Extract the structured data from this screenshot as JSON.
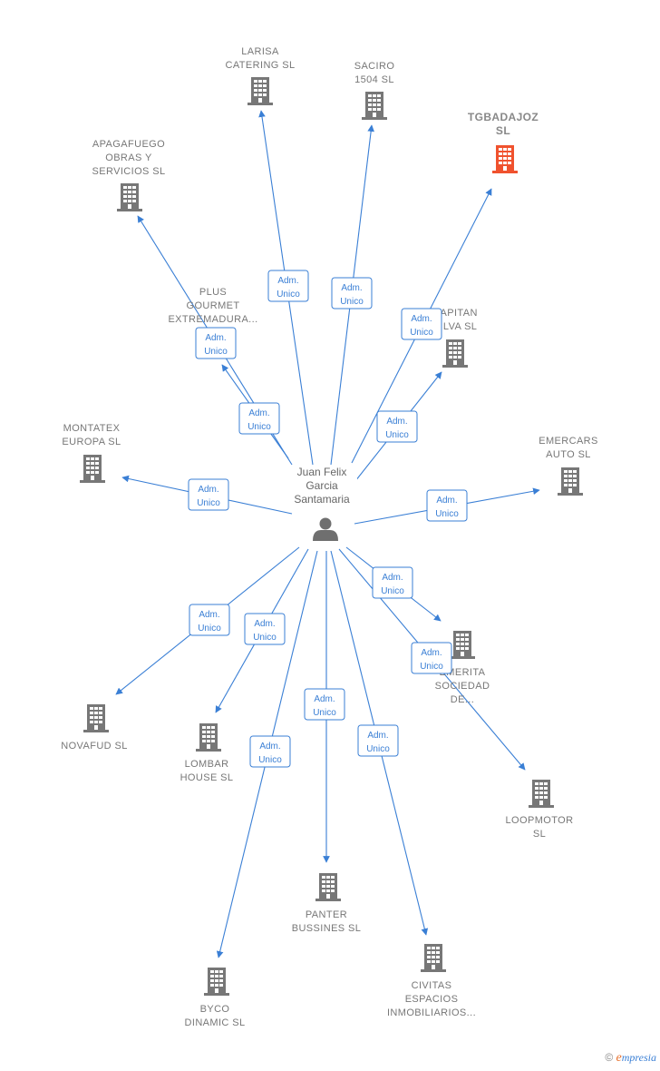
{
  "center": {
    "lines": [
      "Juan Felix",
      "Garcia",
      "Santamaria"
    ],
    "icon": "person-icon"
  },
  "edge_label": [
    "Adm.",
    "Unico"
  ],
  "companies": [
    {
      "id": "larisa",
      "lines": [
        "LARISA",
        "CATERING  SL"
      ],
      "icon": "building-icon"
    },
    {
      "id": "saciro",
      "lines": [
        "SACIRO",
        "1504  SL"
      ],
      "icon": "building-icon"
    },
    {
      "id": "tgbadajoz",
      "lines": [
        "TGBADAJOZ",
        "SL"
      ],
      "icon": "building-icon",
      "highlight": true,
      "color": "#f0522e"
    },
    {
      "id": "apagafuego",
      "lines": [
        "APAGAFUEGO",
        "OBRAS Y",
        "SERVICIOS  SL"
      ],
      "icon": "building-icon"
    },
    {
      "id": "plus",
      "lines": [
        "PLUS",
        "GOURMET",
        "EXTREMADURA..."
      ],
      "icon": "building-icon"
    },
    {
      "id": "capitan",
      "lines": [
        "CAPITAN",
        "SILVA  SL"
      ],
      "icon": "building-icon"
    },
    {
      "id": "montatex",
      "lines": [
        "MONTATEX",
        "EUROPA  SL"
      ],
      "icon": "building-icon"
    },
    {
      "id": "emercars",
      "lines": [
        "EMERCARS",
        "AUTO  SL"
      ],
      "icon": "building-icon"
    },
    {
      "id": "emerita",
      "lines": [
        "EMERITA",
        "SOCIEDAD",
        "DE..."
      ],
      "icon": "building-icon"
    },
    {
      "id": "novafud",
      "lines": [
        "NOVAFUD  SL"
      ],
      "icon": "building-icon"
    },
    {
      "id": "lombar",
      "lines": [
        "LOMBAR",
        "HOUSE  SL"
      ],
      "icon": "building-icon"
    },
    {
      "id": "loopmotor",
      "lines": [
        "LOOPMOTOR",
        "SL"
      ],
      "icon": "building-icon"
    },
    {
      "id": "panter",
      "lines": [
        "PANTER",
        "BUSSINES  SL"
      ],
      "icon": "building-icon"
    },
    {
      "id": "civitas",
      "lines": [
        "CIVITAS",
        "ESPACIOS",
        "INMOBILIARIOS..."
      ],
      "icon": "building-icon"
    },
    {
      "id": "byco",
      "lines": [
        "BYCO",
        "DINAMIC  SL"
      ],
      "icon": "building-icon"
    }
  ],
  "colors": {
    "edge": "#3a7fd5",
    "building": "#777777",
    "highlight": "#f0522e"
  },
  "footer": {
    "copyright": "©",
    "brand_first": "e",
    "brand_rest": "mpresia"
  }
}
